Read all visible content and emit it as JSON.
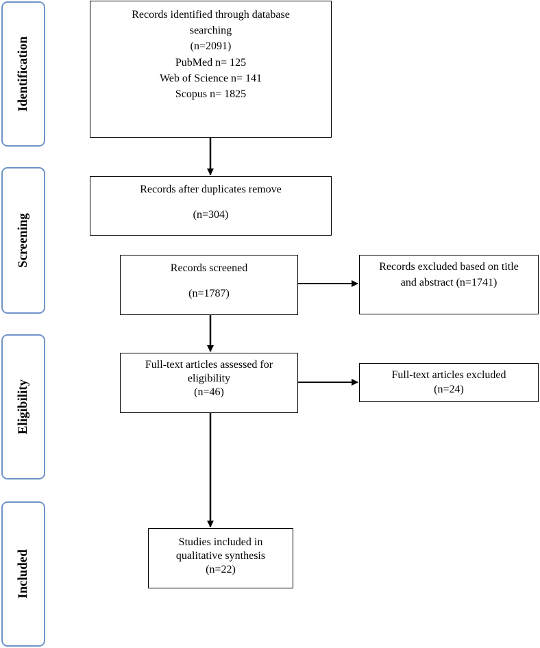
{
  "stages": {
    "identification": "Identification",
    "screening": "Screening",
    "eligibility": "Eligibility",
    "included": "Included"
  },
  "boxes": {
    "identified": {
      "lines": [
        "Records identified through database",
        "searching",
        "(n=2091)",
        "PubMed n= 125",
        "Web of Science n= 141",
        "Scopus n= 1825"
      ]
    },
    "duplicates_removed": {
      "lines": [
        "Records after duplicates remove",
        "(n=304)"
      ]
    },
    "screened": {
      "lines": [
        "Records screened",
        "(n=1787)"
      ]
    },
    "excluded_title_abstract": {
      "lines": [
        "Records excluded based on title",
        "and abstract (n=1741)"
      ]
    },
    "full_text_assessed": {
      "lines": [
        "Full-text articles assessed for",
        "eligibility",
        "(n=46)"
      ]
    },
    "full_text_excluded": {
      "lines": [
        "Full-text articles excluded",
        "(n=24)"
      ]
    },
    "included": {
      "lines": [
        "Studies included in",
        "qualitative synthesis",
        "(n=22)"
      ]
    }
  }
}
